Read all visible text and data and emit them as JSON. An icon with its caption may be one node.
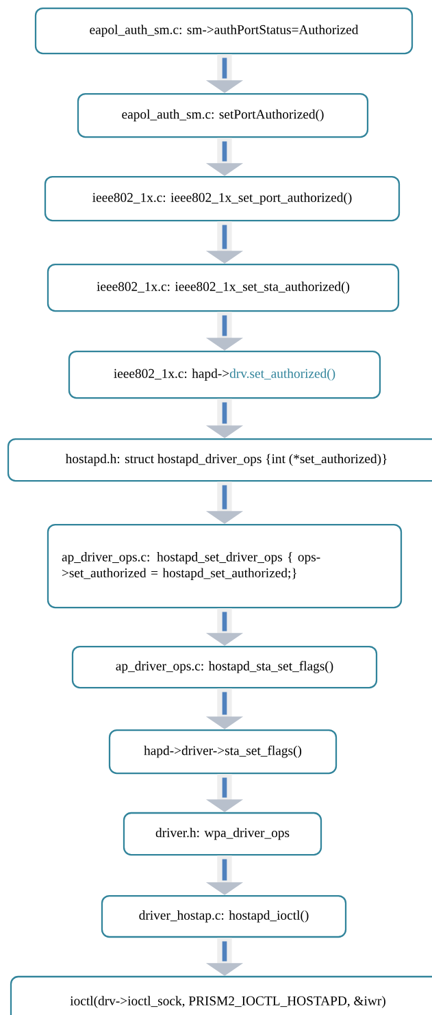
{
  "diagram": {
    "nodes": [
      {
        "text": [
          "eapol_auth_sm.c: sm->authPortStatus=Authorized"
        ]
      },
      {
        "text": [
          "eapol_auth_sm.c: setPortAuthorized()"
        ]
      },
      {
        "text": [
          "ieee802_1x.c: ieee802_1x_set_port_authorized()"
        ]
      },
      {
        "text": [
          "ieee802_1x.c: ieee802_1x_set_sta_authorized()"
        ]
      },
      {
        "text": [
          "ieee802_1x.c: hapd->",
          "drv.set_authorized()"
        ]
      },
      {
        "text": [
          "hostapd.h: struct hostapd_driver_ops {int (*set_authorized)}"
        ]
      },
      {
        "text": [
          "ap_driver_ops.c: hostapd_set_driver_ops { ops->set_authorized = hostapd_set_authorized;}"
        ]
      },
      {
        "text": [
          "ap_driver_ops.c: hostapd_sta_set_flags()"
        ]
      },
      {
        "text": [
          "hapd->driver->sta_set_flags()"
        ]
      },
      {
        "text": [
          "driver.h: wpa_driver_ops"
        ]
      },
      {
        "text": [
          "driver_hostap.c: hostapd_ioctl()"
        ]
      },
      {
        "text": [
          "ioctl(drv->ioctl_sock, PRISM2_IOCTL_HOSTAPD, &iwr)"
        ]
      }
    ],
    "edges": [
      {
        "from": 0,
        "to": 1,
        "arrow": "to"
      },
      {
        "from": 1,
        "to": 2,
        "arrow": "to"
      },
      {
        "from": 2,
        "to": 3,
        "arrow": "to"
      },
      {
        "from": 3,
        "to": 4,
        "arrow": "to"
      },
      {
        "from": 4,
        "to": 5,
        "arrow": "to"
      },
      {
        "from": 5,
        "to": 6,
        "arrow": "to"
      },
      {
        "from": 6,
        "to": 7,
        "arrow": "to"
      },
      {
        "from": 7,
        "to": 8,
        "arrow": "to"
      },
      {
        "from": 8,
        "to": 9,
        "arrow": "to"
      },
      {
        "from": 9,
        "to": 10,
        "arrow": "to"
      },
      {
        "from": 10,
        "to": 11,
        "arrow": "to"
      }
    ]
  }
}
